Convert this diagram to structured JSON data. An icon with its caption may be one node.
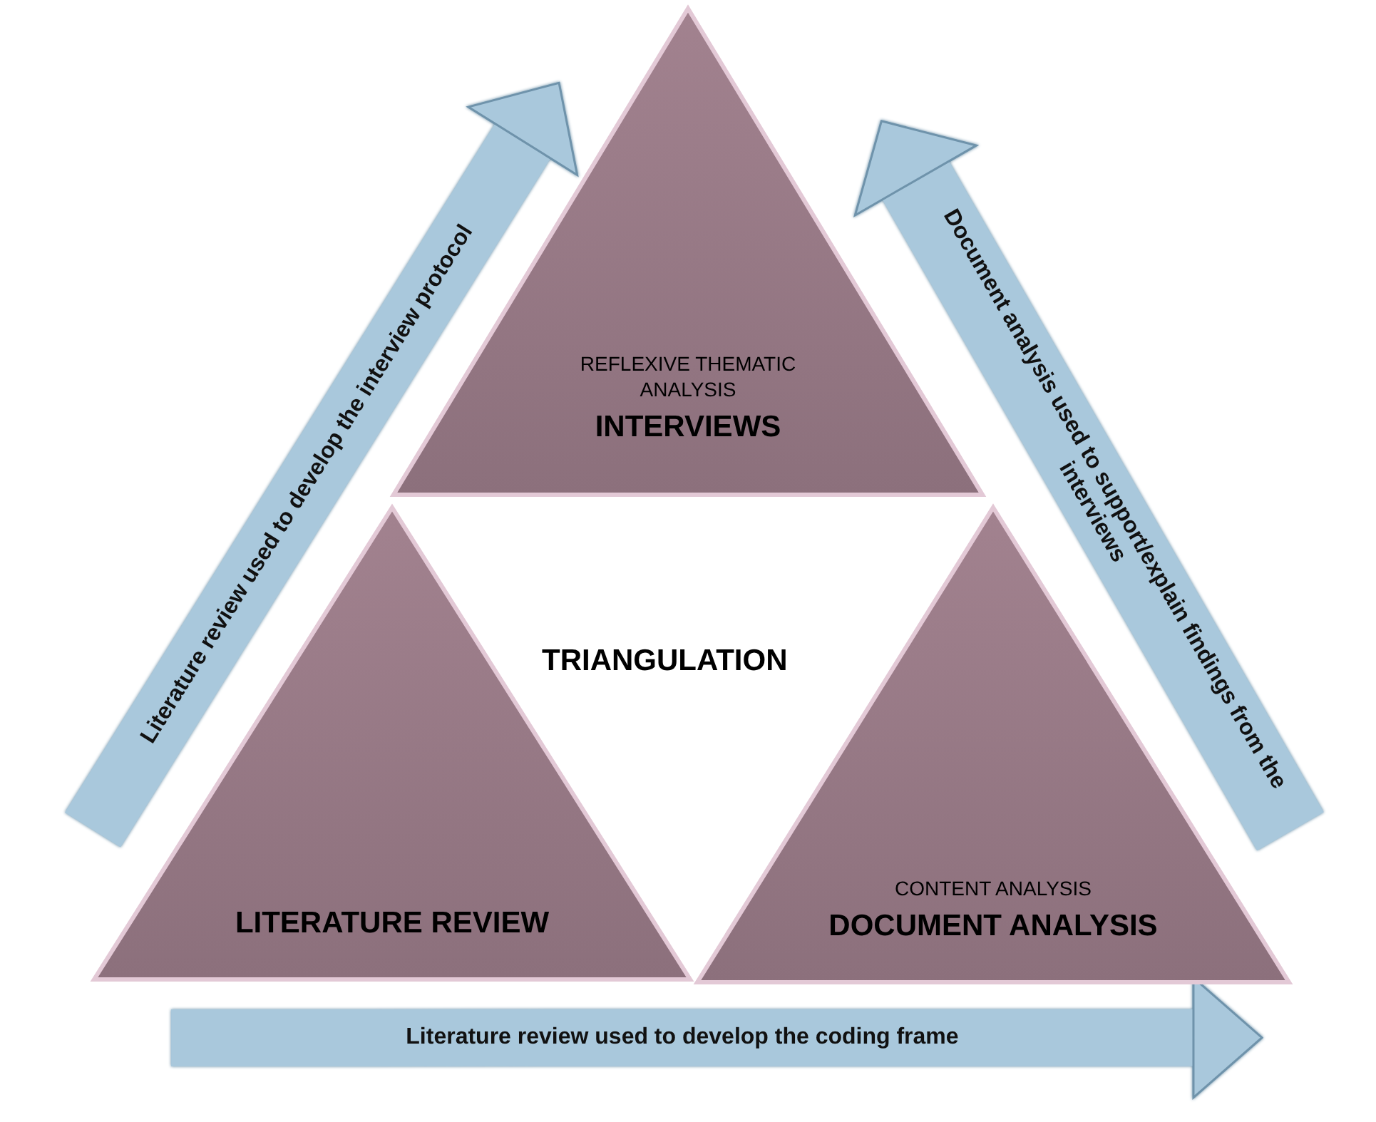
{
  "diagram": {
    "nodes": [
      {
        "text": [
          "REFLEXIVE THEMATIC ANALYSIS",
          "INTERVIEWS"
        ]
      },
      {
        "text": [
          "LITERATURE REVIEW"
        ]
      },
      {
        "text": [
          "CONTENT ANALYSIS",
          "DOCUMENT ANALYSIS"
        ]
      }
    ],
    "edges": [
      {
        "from": 1,
        "to": 0,
        "arrow": "to",
        "label": "Literature review used to develop the interview protocol"
      },
      {
        "from": 2,
        "to": 0,
        "arrow": "to",
        "label": "Document analysis used to support/explain findings from the interviews"
      },
      {
        "from": 1,
        "to": 2,
        "arrow": "to",
        "label": "Literature review used to develop the coding frame"
      }
    ],
    "labels": [
      "TRIANGULATION"
    ]
  }
}
